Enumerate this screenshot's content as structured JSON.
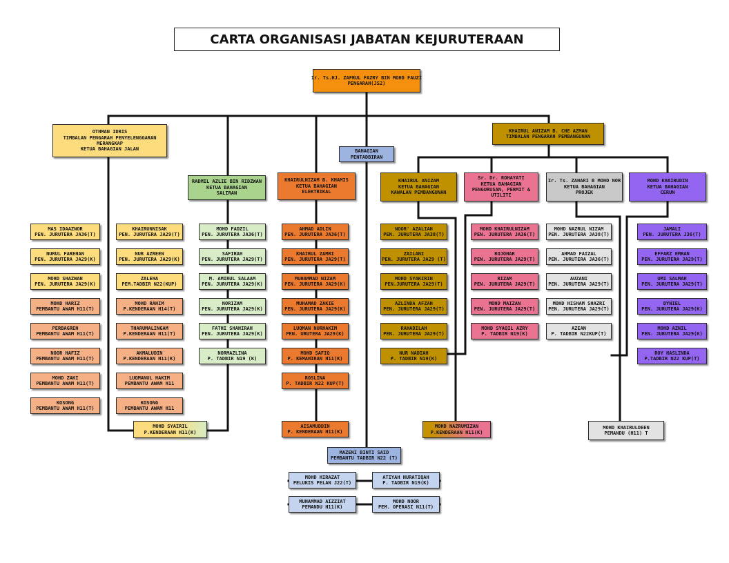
{
  "title": "CARTA ORGANISASI JABATAN KEJURUTERAAN",
  "director": {
    "name": "Ir. Ts.HJ. ZAFRUL FAZRY BIN MOHD FAUZI",
    "position": "PENGARAH(JS2)"
  },
  "deputy_left": {
    "name": "OTHMAN IDRIS",
    "line2": "TIMBALAN PENGARAH PENYELENGGARAN",
    "line3": "MERANGKAP",
    "line4": "KETUA BAHAGIAN JALAN"
  },
  "deputy_right": {
    "name": "KHAIRUL ANIZAM B. CHE AZMAN",
    "position": "TIMBALAN PENGARAH PEMBANGUNAN"
  },
  "admin_division": {
    "line1": "BAHAGIAN",
    "line2": "PENTADBIRAN"
  },
  "saliran_head": {
    "name": "RADMIL AZLIE BIN RIDZWAN",
    "line2": "KETUA BAHAGIAN",
    "line3": "SALIRAN"
  },
  "elektrikal_head": {
    "name": "KHAIRULNIZAM B. KHAMIS",
    "line2": "KETUA BAHAGIAN",
    "line3": "ELEKTRIKAL"
  },
  "kawalan_head": {
    "name": "KHAIRUL ANIZAM",
    "line2": "KETUA BAHAGIAN",
    "line3": "KAWALAN PEMBANGUNAN"
  },
  "pengurusan_head": {
    "name": "Sr. Dr. ROHAYATI",
    "line2": "KETUA BAHAGIAN",
    "line3": "PENGURUSAN, PERMIT &",
    "line4": "UTILITI"
  },
  "projek_head": {
    "name": "Ir. Ts. ZAHARI B MOHD NOR",
    "line2": "KETUA BAHAGIAN",
    "line3": "PROJEK"
  },
  "cerun_head": {
    "name": "MOHD KHAIRUDIN",
    "line2": "KETUA BAHAGIAN",
    "line3": "CERUN"
  },
  "jalan_col1": [
    {
      "name": "MAS IDAAZNOR",
      "position": "PEN. JURUTERA JA36(T)"
    },
    {
      "name": "NURUL FAREHAN",
      "position": "PEN. JURUTERA JA29(K)"
    },
    {
      "name": "MOHD SHAZWAN",
      "position": "PEN. JURUTERA JA29(K)"
    },
    {
      "name": "MOHD HARIZ",
      "position": "PEMBANTU AWAM H11(T)"
    },
    {
      "name": "PERBAGREN",
      "position": "PEMBANTU AWAM H11(T)"
    },
    {
      "name": "NOOR HAFIZ",
      "position": "PEMBANTU AWAM H11(T)"
    },
    {
      "name": "MOHD ZAKI",
      "position": "PEMBANTU AWAM H11(T)"
    },
    {
      "name": "KOSONG",
      "position": "PEMBANTU AWAM H11(T)"
    }
  ],
  "jalan_col2": [
    {
      "name": "KHAIRUNNISAK",
      "position": "PEN. JURUTERA JA29(T)"
    },
    {
      "name": "NUR AZREEN",
      "position": "PEN. JURUTERA JA29(K)"
    },
    {
      "name": "ZALEHA",
      "position": "PEM.TADBIR N22(KUP)"
    },
    {
      "name": "MOHD RAHIM",
      "position": "P.KENDERAAN H14(T)"
    },
    {
      "name": "THARUMALINGAM",
      "position": "P.KENDERAAN H11(T)"
    },
    {
      "name": "AKMALUDIN",
      "position": "P.KENDERAAN H11(K)"
    },
    {
      "name": "LUQMANUL HAKIM",
      "position": "PEMBANTU AWAM H11"
    },
    {
      "name": "KOSONG",
      "position": "PEMBANTU AWAM H11"
    }
  ],
  "shared_driver": {
    "name": "MOHD SYAIRIL",
    "position": "P.KENDERAAN H11(K)"
  },
  "saliran_staff": [
    {
      "name": "MOHD FADZIL",
      "position": "PEN. JURUTERA JA36(T)"
    },
    {
      "name": "SAFIRAH",
      "position": "PEN. JURUTERA JA29(T)"
    },
    {
      "name": "M. AMIRUL SALAAM",
      "position": "PEN. JURUTERA JA29(K)"
    },
    {
      "name": "NORIZAM",
      "position": "PEN. JURUTERA JA29(K)"
    },
    {
      "name": "FATHI SHAHIRAH",
      "position": "PEN. JURUTERA JA29(K)"
    },
    {
      "name": "NORMAZLINA",
      "position": "P. TADBIR N19 (K)"
    }
  ],
  "elektrikal_staff": [
    {
      "name": "AHMAD ADLIN",
      "position": "PEN. JURUTERA JA36(T)"
    },
    {
      "name": "KHAIRUL ZAMRI",
      "position": "PEN. JURUTERA JA29(T)"
    },
    {
      "name": "MUHAMMAD NIZAM",
      "position": "PEN. JURUTERA JA29(K)"
    },
    {
      "name": "MUHAMAD ZAKIE",
      "position": "PEN. JURUTERA JA29(K)"
    },
    {
      "name": "LUQMAN NURHAKIM",
      "position": "PEN. URUTERA JA29(K)"
    },
    {
      "name": "MOHD SAFIQ",
      "position": "P. KEMAHIRAN H11(K)"
    },
    {
      "name": "ROSLINA",
      "position": "P. TADBIR N22 KUP(T)"
    }
  ],
  "elektrikal_driver": {
    "name": "AISAMUDDIN",
    "position": "P. KENDERAAN H11(K)"
  },
  "kawalan_staff": [
    {
      "name": "NOOR' AZALIAH",
      "position": "PEN. JURUTERA JA38(T)"
    },
    {
      "name": "ZAILANI",
      "position": "PEN. JURUTERA JA29 (T)"
    },
    {
      "name": "MOHD SYAKIRIN",
      "position": "PEN.JURUTERA JA29(T)"
    },
    {
      "name": "AZLINDA AFZAN",
      "position": "PEN. JURUTERA JA29(T)"
    },
    {
      "name": "RAHADILAH",
      "position": "PEN. JURUTERA JA29(T)"
    },
    {
      "name": "NUR NADIAH",
      "position": "P. TADBIR N19(K)"
    }
  ],
  "pengurusan_staff": [
    {
      "name": "MOHD KHAIRULNIZAM",
      "position": "PEN. JURUTERA JA36(T)"
    },
    {
      "name": "ROJOHAR",
      "position": "PEN. JURUTERA JA29(T)"
    },
    {
      "name": "RIZAM",
      "position": "PEN. JURUTERA JA29(T)"
    },
    {
      "name": "MOHD MAIZAN",
      "position": "PEN. JURUTERA JA29(T)"
    },
    {
      "name": "MOHD SYAQIL AZRY",
      "position": "P. TADBIR N19(K)"
    }
  ],
  "shared_driver_2": {
    "name": "MOHD NAZRUMIZAN",
    "position": "P.KENDERAAN H11(K)"
  },
  "projek_staff": [
    {
      "name": "MOHD NAZRUL NIZAM",
      "position": "PEN. JURUTERA JA38(T)"
    },
    {
      "name": "AHMAD FAIZAL",
      "position": "PEN. JURUTERA JA36(T)"
    },
    {
      "name": "AUZANI",
      "position": "PEN. JURUTERA JA29(T)"
    },
    {
      "name": "MOHD HISHAM SHAZRI",
      "position": "PEN. JURUTERA JA29(T)"
    },
    {
      "name": "AZEAN",
      "position": "P. TADBIR N22KUP(T)"
    }
  ],
  "cerun_staff": [
    {
      "name": "JAMALI",
      "position": "PEN. JURUTERA J36(T)"
    },
    {
      "name": "EFFARZ EMRAN",
      "position": "PEN. JURUTERA JA29(T)"
    },
    {
      "name": "UMI SALMAH",
      "position": "PEN. JURUTERA JA29(T)"
    },
    {
      "name": "DYNIEL",
      "position": "PEN. JURUTERA JA29(K)"
    },
    {
      "name": "MOHD AZNIL",
      "position": "PEN. JURUTERA JA29(K)"
    },
    {
      "name": "ROY HASLINDA",
      "position": "P.TADBIR N22 KUP(T)"
    }
  ],
  "shared_driver_3": {
    "name": "MOHD KHAIRULDEEN",
    "position": "PEMANDU (H11) T"
  },
  "admin_head": {
    "name": "MAZENI BINTI SAID",
    "position": "PEMBANTU TADBIR N22 (T)"
  },
  "admin_staff": [
    {
      "name": "MOHD HIRAZAT",
      "position": "PELUKIS PELAN J22(T)"
    },
    {
      "name": "ATIYAH NURATIQAH",
      "position": "P. TADBIR N19(K)"
    },
    {
      "name": "MUHAMMAD AIZZIAT",
      "position": "PEMANDU H11(K)"
    },
    {
      "name": "MOHD NOOR",
      "position": "PEM. OPERASI N11(T)"
    }
  ],
  "colors": {
    "director": "#f5900f",
    "jalan": "#fcdc7c",
    "jalan_support": "#f5b185",
    "saliran_head": "#aad48e",
    "saliran_staff": "#d8ecc8",
    "elektrikal": "#ec7a2e",
    "pentadbiran": "#9db3e0",
    "pentadbiran_staff": "#c5d4ee",
    "kawalan": "#bf9000",
    "pengurusan": "#eb7392",
    "projek_head": "#c9c9c9",
    "projek_staff": "#e2e2e2",
    "cerun": "#9365f0"
  }
}
